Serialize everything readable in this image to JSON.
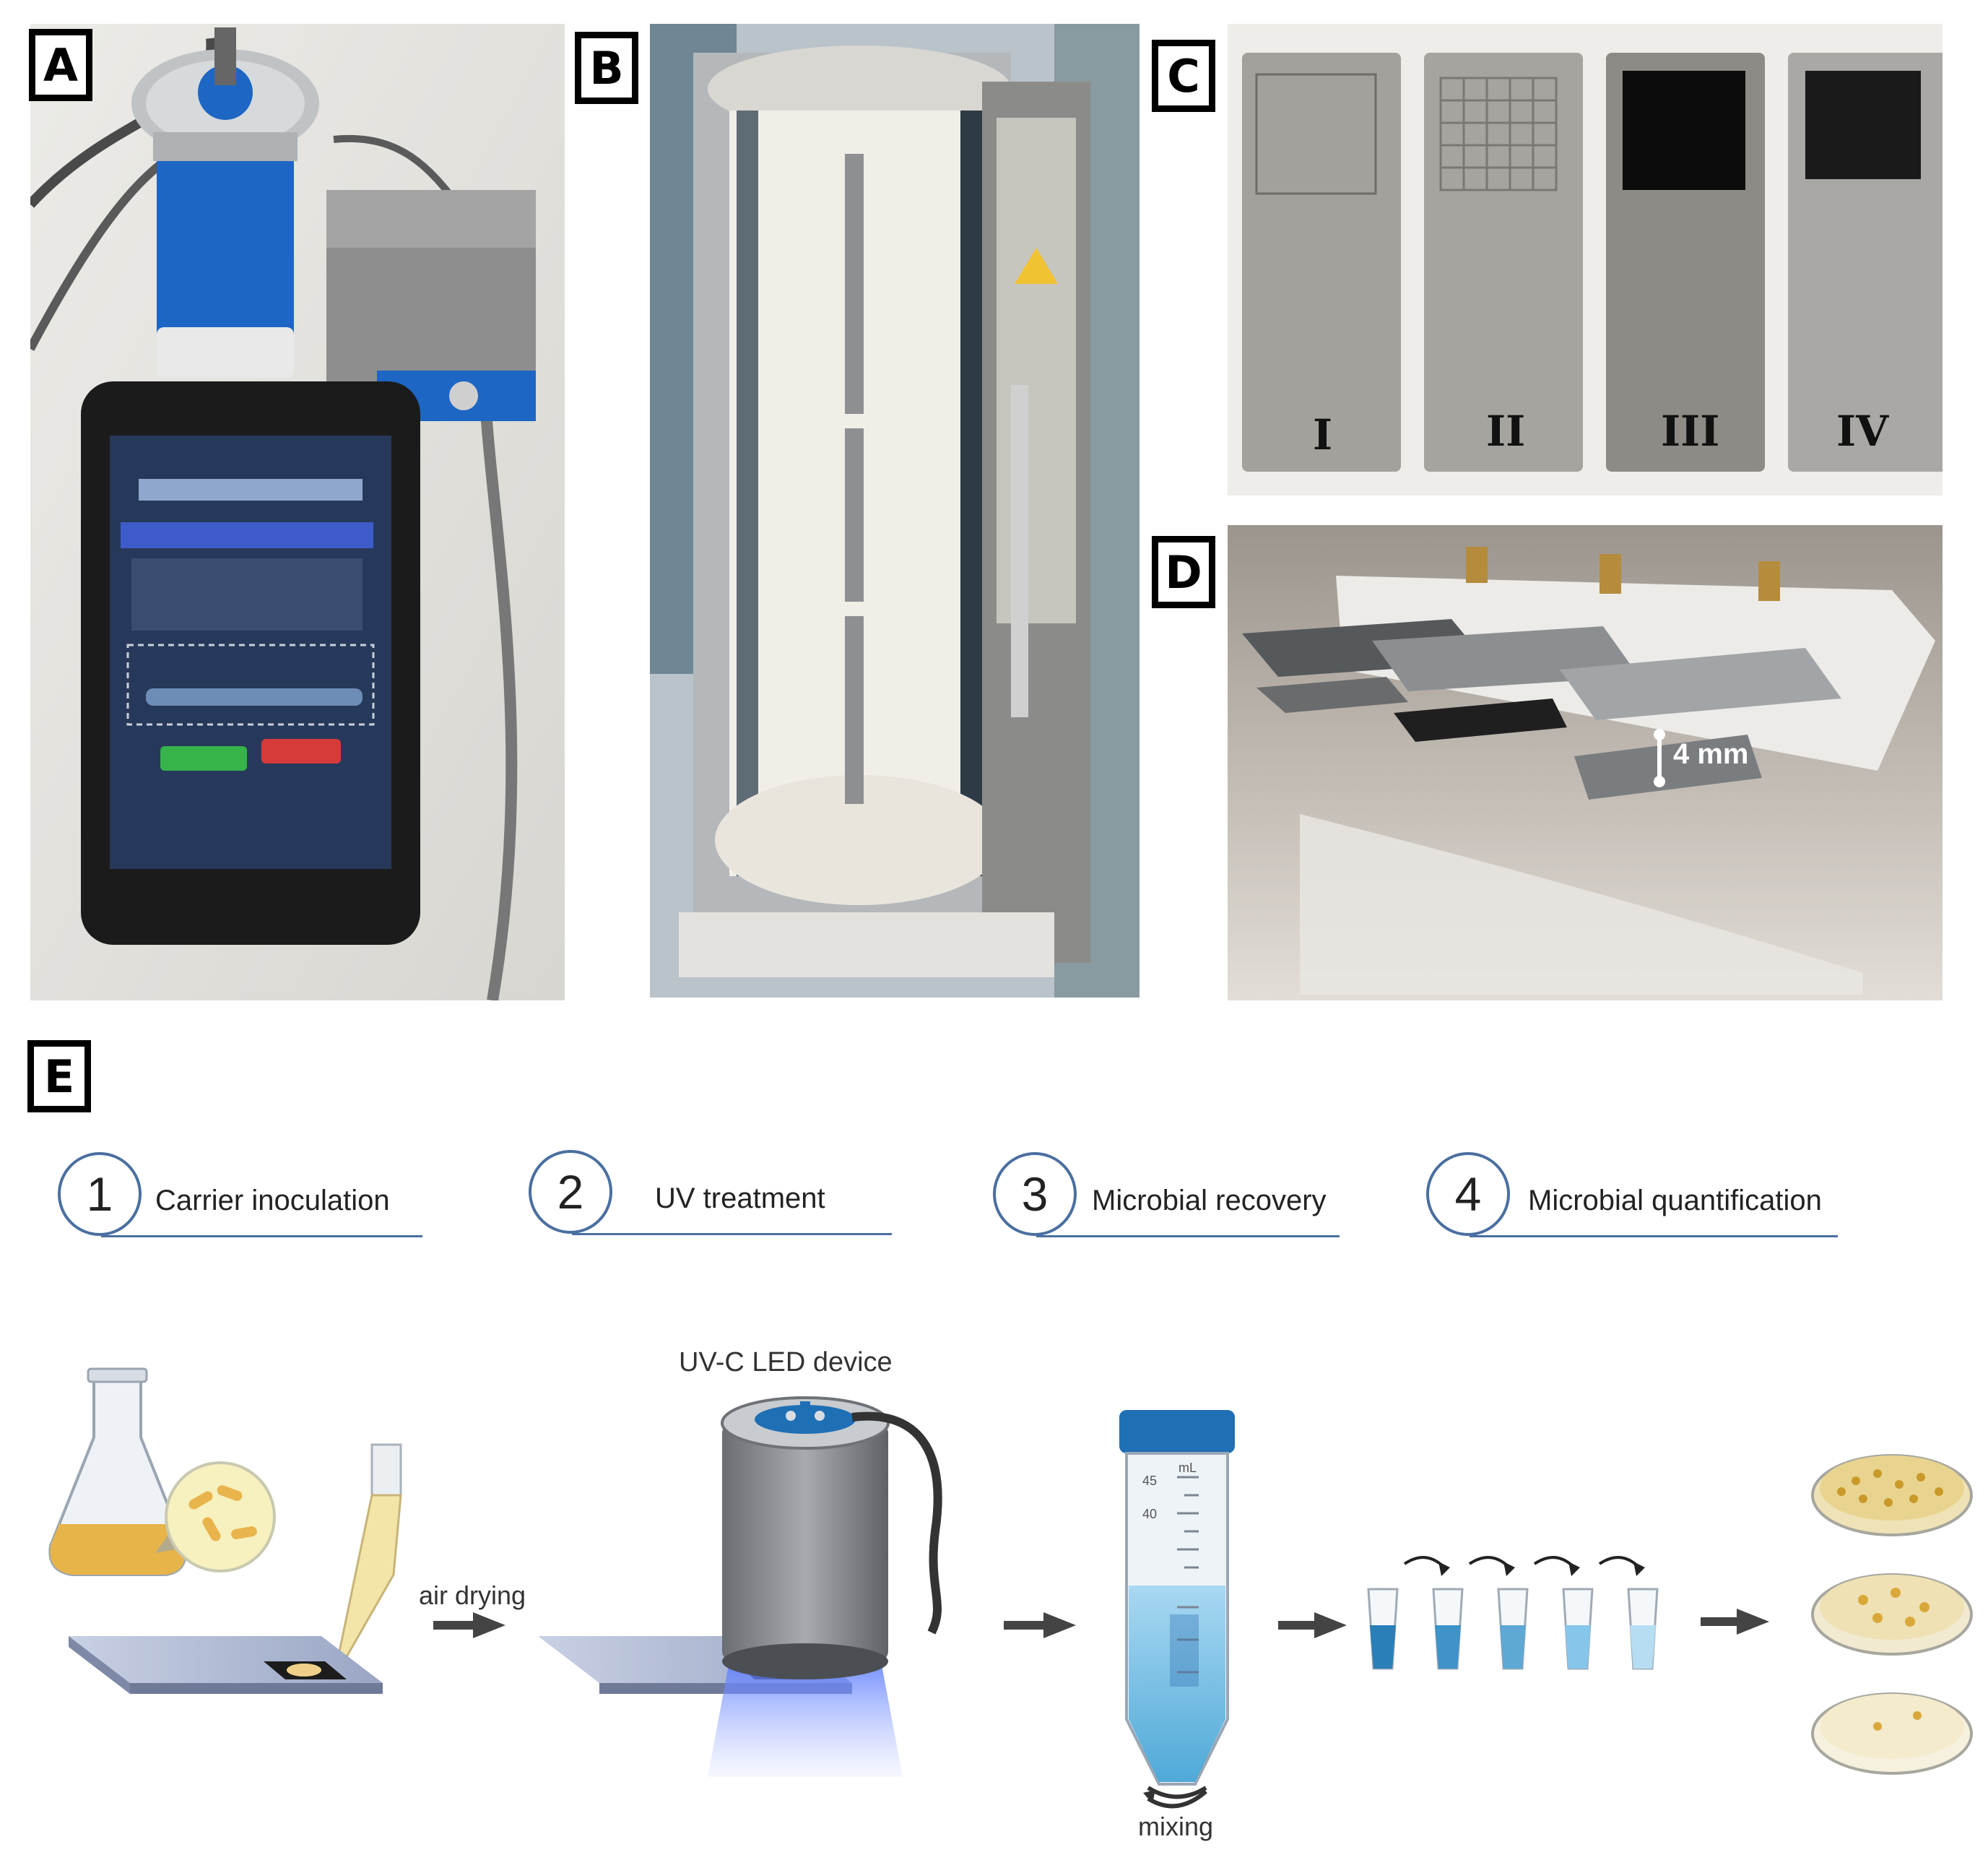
{
  "panels": {
    "a": {
      "tag": "A"
    },
    "b": {
      "tag": "B"
    },
    "c": {
      "tag": "C",
      "plates": [
        "I",
        "II",
        "III",
        "IV"
      ]
    },
    "d": {
      "tag": "D",
      "gap": "4 mm"
    },
    "e": {
      "tag": "E"
    }
  },
  "steps": [
    {
      "number": "1",
      "label": "Carrier inoculation"
    },
    {
      "number": "2",
      "label": "UV treatment"
    },
    {
      "number": "3",
      "label": "Microbial recovery"
    },
    {
      "number": "4",
      "label": "Microbial quantification"
    }
  ],
  "illustration": {
    "air_drying": "air drying",
    "device": "UV-C LED device",
    "mixing": "mixing",
    "tube_unit": "mL",
    "tube_marks": [
      "45",
      "40"
    ]
  },
  "colors": {
    "accent_blue": "#1f6fb5",
    "uv_glow": "#6b8cff",
    "culture_yellow": "#e7b44a",
    "liquid_blue": "#86c6ea"
  }
}
